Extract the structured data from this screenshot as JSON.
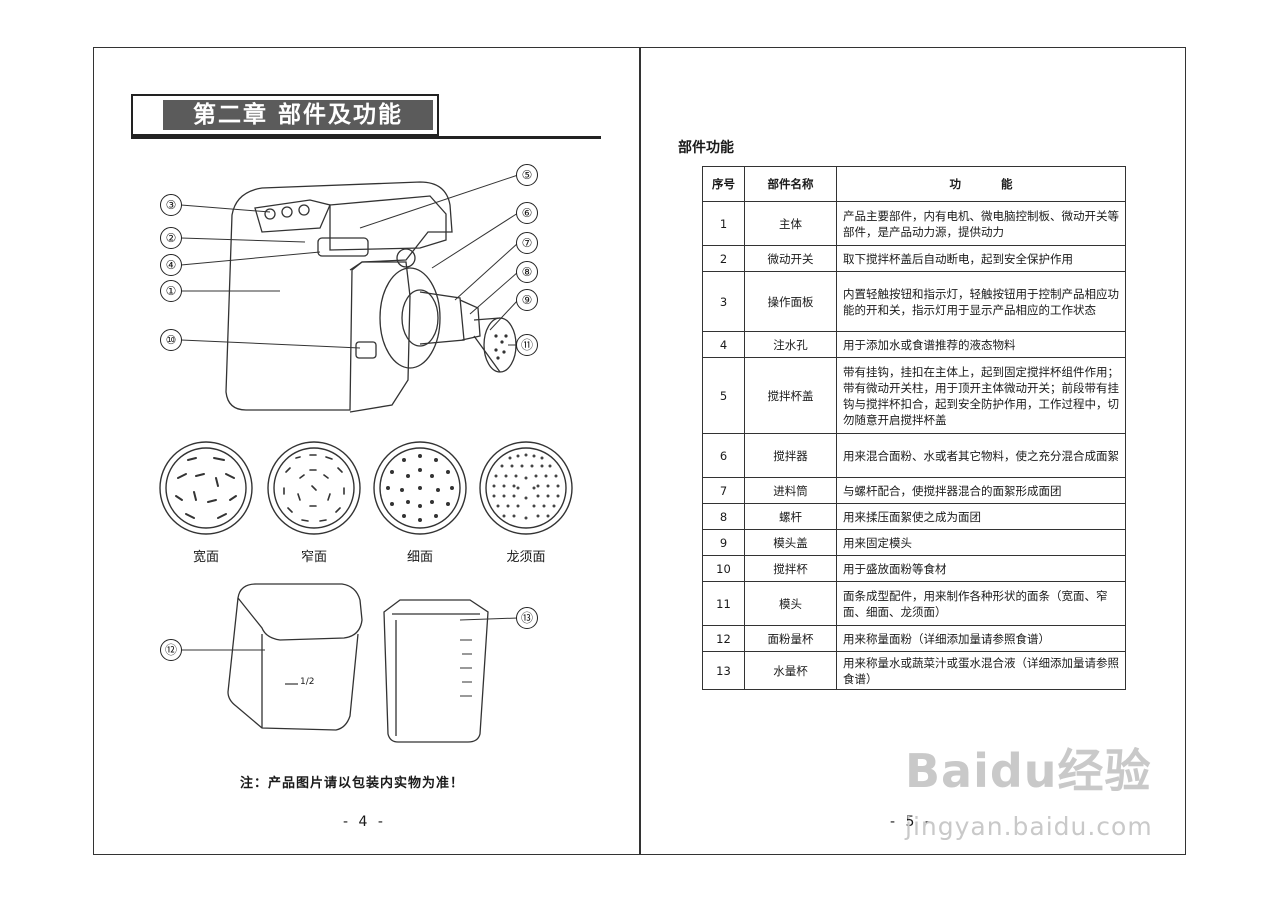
{
  "left_page": {
    "chapter_title": "第二章  部件及功能",
    "callouts": [
      "③",
      "②",
      "④",
      "①",
      "⑩",
      "⑤",
      "⑥",
      "⑦",
      "⑧",
      "⑨",
      "⑪",
      "⑫",
      "⑬"
    ],
    "dies": [
      "宽面",
      "窄面",
      "细面",
      "龙须面"
    ],
    "cup_marks": {
      "flour_cup": "1/2"
    },
    "note": "注：产品图片请以包装内实物为准！",
    "page_number": "- 4 -"
  },
  "right_page": {
    "section_title": "部件功能",
    "table": {
      "headers": [
        "序号",
        "部件名称",
        "功          能"
      ],
      "rows": [
        [
          "1",
          "主体",
          "产品主要部件，内有电机、微电脑控制板、微动开关等部件，是产品动力源，提供动力"
        ],
        [
          "2",
          "微动开关",
          "取下搅拌杯盖后自动断电，起到安全保护作用"
        ],
        [
          "3",
          "操作面板",
          "内置轻触按钮和指示灯，轻触按钮用于控制产品相应功能的开和关，指示灯用于显示产品相应的工作状态"
        ],
        [
          "4",
          "注水孔",
          "用于添加水或食谱推荐的液态物料"
        ],
        [
          "5",
          "搅拌杯盖",
          "带有挂钩，挂扣在主体上，起到固定搅拌杯组件作用；带有微动开关柱，用于顶开主体微动开关；前段带有挂钩与搅拌杯扣合，起到安全防护作用，工作过程中，切勿随意开启搅拌杯盖"
        ],
        [
          "6",
          "搅拌器",
          "用来混合面粉、水或者其它物料，使之充分混合成面絮"
        ],
        [
          "7",
          "进料筒",
          "与螺杆配合，使搅拌器混合的面絮形成面团"
        ],
        [
          "8",
          "螺杆",
          "用来揉压面絮使之成为面团"
        ],
        [
          "9",
          "模头盖",
          "用来固定模头"
        ],
        [
          "10",
          "搅拌杯",
          "用于盛放面粉等食材"
        ],
        [
          "11",
          "模头",
          "面条成型配件，用来制作各种形状的面条（宽面、窄面、细面、龙须面）"
        ],
        [
          "12",
          "面粉量杯",
          "用来称量面粉（详细添加量请参照食谱）"
        ],
        [
          "13",
          "水量杯",
          "用来称量水或蔬菜汁或蛋水混合液（详细添加量请参照食谱）"
        ]
      ]
    },
    "page_number": "- 5 -"
  },
  "watermark": {
    "brand": "Baidu经验",
    "url": "jingyan.baidu.com"
  }
}
